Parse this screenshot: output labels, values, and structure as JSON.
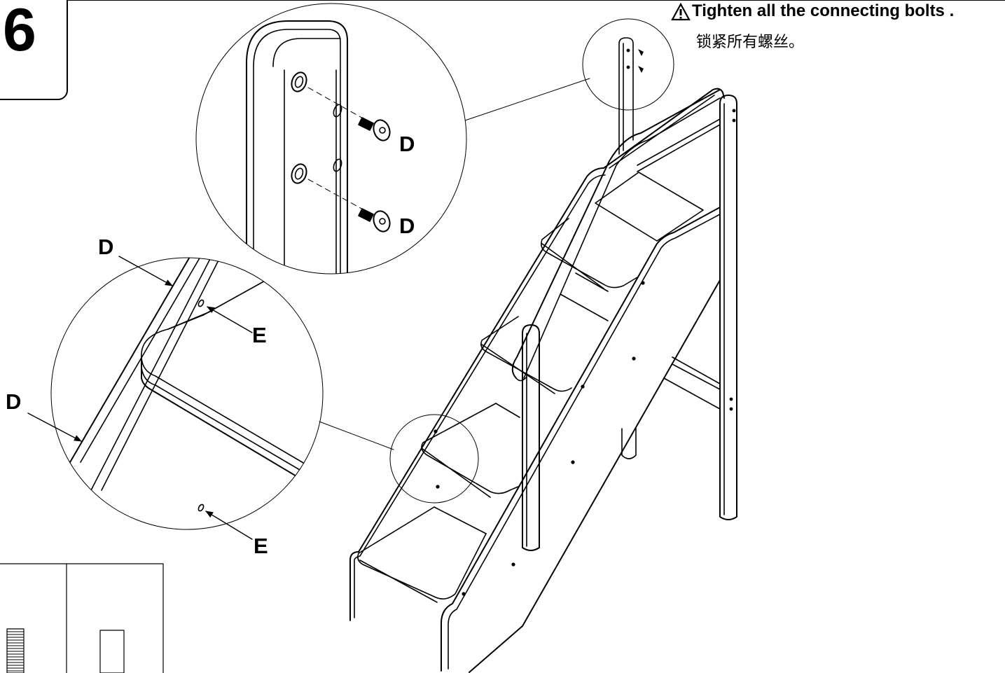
{
  "step": {
    "number": "6"
  },
  "warning": {
    "icon": "warning-triangle-icon",
    "text_en": "Tighten all the connecting bolts .",
    "text_zh": "锁紧所有螺丝。"
  },
  "callouts": {
    "bolt_top": "D",
    "bolt_bottom": "D",
    "detail_d_upper": "D",
    "detail_d_lower": "D",
    "detail_e_upper": "E",
    "detail_e_lower": "E"
  },
  "colors": {
    "line": "#000000",
    "background": "#ffffff"
  }
}
